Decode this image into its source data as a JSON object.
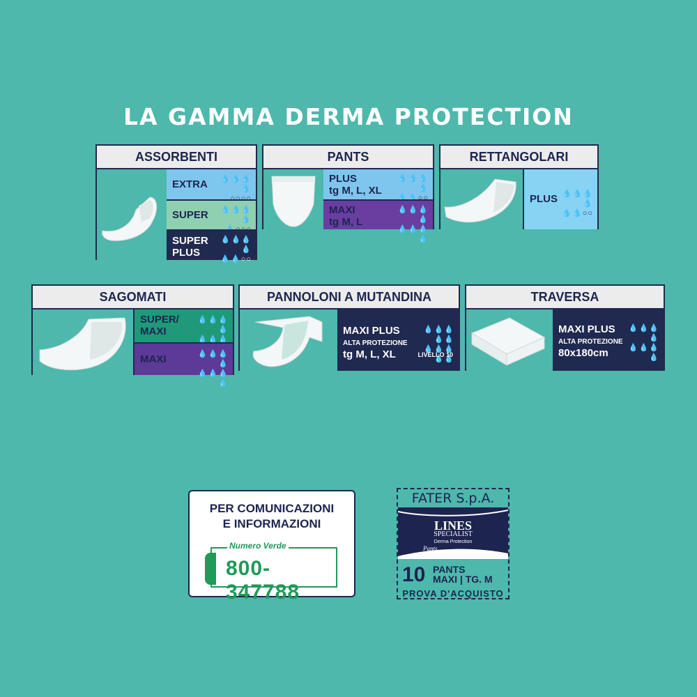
{
  "title": "LA GAMMA DERMA PROTECTION",
  "assorbenti": {
    "header": "ASSORBENTI",
    "rows": [
      {
        "label": "EXTRA",
        "drops_top": "💧💧💧💧",
        "level": "4/8"
      },
      {
        "label": "SUPER",
        "level": "5/8"
      },
      {
        "label": "SUPER PLUS",
        "level": "6/8"
      }
    ]
  },
  "pants": {
    "header": "PANTS",
    "rows": [
      {
        "label": "PLUS",
        "sub": "tg M, L, XL",
        "level": "6/8"
      },
      {
        "label": "MAXI",
        "sub": "tg M, L",
        "level": "8/8"
      }
    ]
  },
  "rettangolari": {
    "header": "RETTANGOLARI",
    "rows": [
      {
        "label": "PLUS",
        "level": "6/8"
      }
    ]
  },
  "sagomati": {
    "header": "SAGOMATI",
    "rows": [
      {
        "label": "SUPER/ MAXI",
        "level": "7/8"
      },
      {
        "label": "MAXI",
        "level": "8/8"
      }
    ]
  },
  "pannoloni": {
    "header": "PANNOLONI A MUTANDINA",
    "label": "MAXI PLUS",
    "sub1": "ALTA PROTEZIONE",
    "sub2": "tg M, L, XL",
    "level_text": "LIVELLO 10"
  },
  "traversa": {
    "header": "TRAVERSA",
    "label": "MAXI PLUS",
    "sub1": "ALTA PROTEZIONE",
    "sub2": "80x180cm"
  },
  "contact": {
    "line1": "PER COMUNICAZIONI",
    "line2": "E INFORMAZIONI",
    "tag": "Numero Verde",
    "number": "800-347788"
  },
  "coupon": {
    "company": "FATER S.p.A.",
    "brand": "LINES",
    "brand_sub": "SPECIALIST",
    "line": "Derma Protection",
    "variant": "Pants",
    "count": "10",
    "line1": "PANTS",
    "line2": "MAXI | TG. M",
    "proof": "PROVA D'ACQUISTO"
  },
  "colors": {
    "background": "#4db8ab",
    "navy": "#20294f",
    "green": "#1f9a58"
  }
}
